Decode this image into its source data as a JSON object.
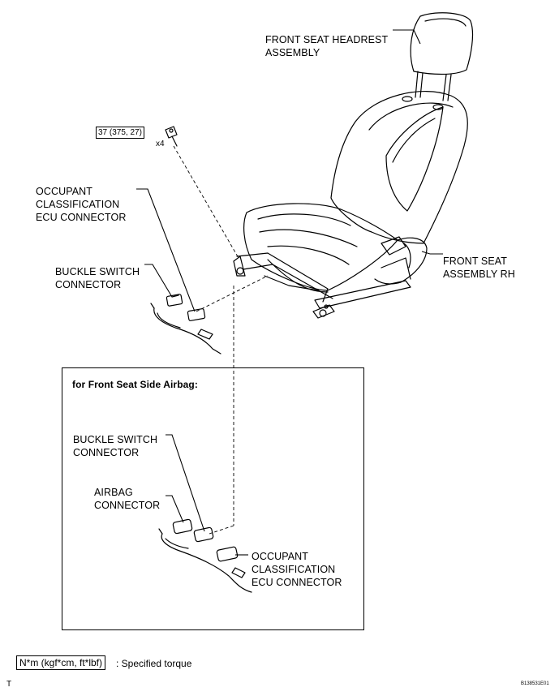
{
  "labels": {
    "headrest": [
      "FRONT SEAT HEADREST",
      "ASSEMBLY"
    ],
    "seat_assembly": [
      "FRONT SEAT",
      "ASSEMBLY RH"
    ],
    "occupant_ecu_top": [
      "OCCUPANT",
      "CLASSIFICATION",
      "ECU CONNECTOR"
    ],
    "buckle_top": [
      "BUCKLE SWITCH",
      "CONNECTOR"
    ],
    "buckle_inset": [
      "BUCKLE SWITCH",
      "CONNECTOR"
    ],
    "airbag_inset": [
      "AIRBAG",
      "CONNECTOR"
    ],
    "occupant_ecu_inset": [
      "OCCUPANT",
      "CLASSIFICATION",
      "ECU CONNECTOR"
    ]
  },
  "torque": {
    "value": "37 (375, 27)",
    "quantity": "x4"
  },
  "inset_title": "for Front Seat Side Airbag:",
  "legend": {
    "box": "N*m (kgf*cm, ft*lbf)",
    "text": ": Specified torque"
  },
  "corner_mark": "T",
  "figure_code": "B138531E01"
}
